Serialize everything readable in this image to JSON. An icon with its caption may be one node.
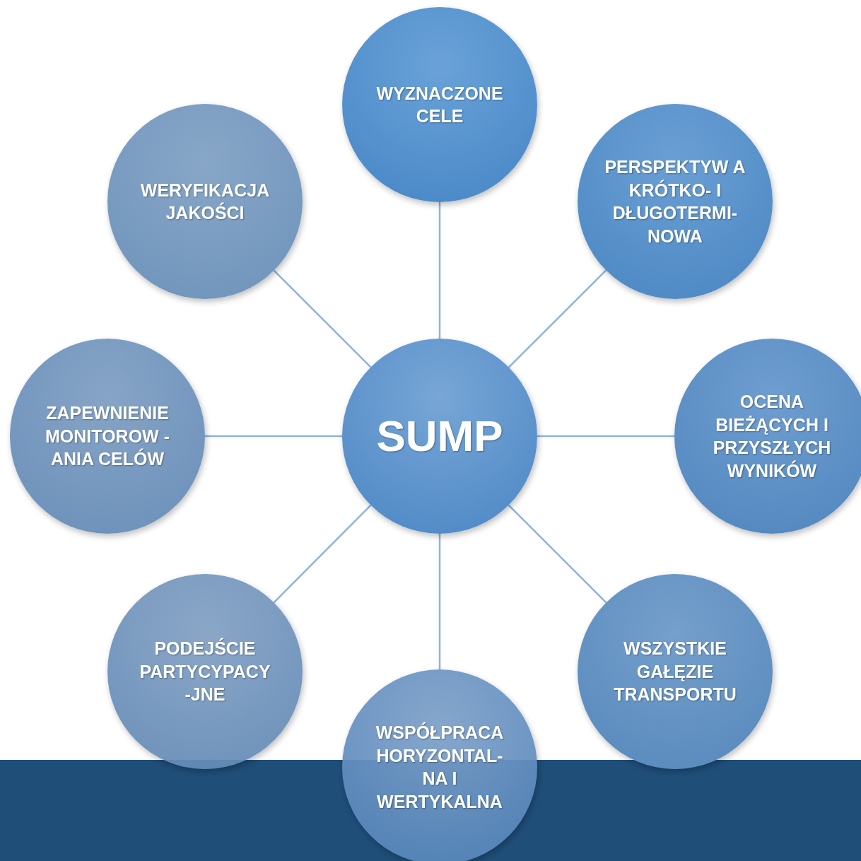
{
  "diagram": {
    "nodes": [
      {
        "text": [
          "SUMP"
        ]
      },
      {
        "text": [
          "WYZNACZONE CELE"
        ]
      },
      {
        "text": [
          "PERSPEKTYW A KRÓTKO- I DŁUGOTERMI- NOWA"
        ]
      },
      {
        "text": [
          "OCENA BIEŻĄCYCH I PRZYSZŁYCH WYNIKÓW"
        ]
      },
      {
        "text": [
          "WSZYSTKIE GAŁĘZIE TRANSPORTU"
        ]
      },
      {
        "text": [
          "WSPÓŁPRACA HORYZONTAL- NA I WERTYKALNA"
        ]
      },
      {
        "text": [
          "PODEJŚCIE PARTYCYPACY -JNE"
        ]
      },
      {
        "text": [
          "ZAPEWNIENIE MONITOROW -ANIA CELÓW"
        ]
      },
      {
        "text": [
          "WERYFIKACJA JAKOŚCI"
        ]
      }
    ],
    "edges": [
      {
        "from": 0,
        "to": 1,
        "arrow": "none"
      },
      {
        "from": 0,
        "to": 2,
        "arrow": "none"
      },
      {
        "from": 0,
        "to": 3,
        "arrow": "none"
      },
      {
        "from": 0,
        "to": 4,
        "arrow": "none"
      },
      {
        "from": 0,
        "to": 5,
        "arrow": "none"
      },
      {
        "from": 0,
        "to": 6,
        "arrow": "none"
      },
      {
        "from": 0,
        "to": 7,
        "arrow": "none"
      },
      {
        "from": 0,
        "to": 8,
        "arrow": "none"
      }
    ]
  }
}
